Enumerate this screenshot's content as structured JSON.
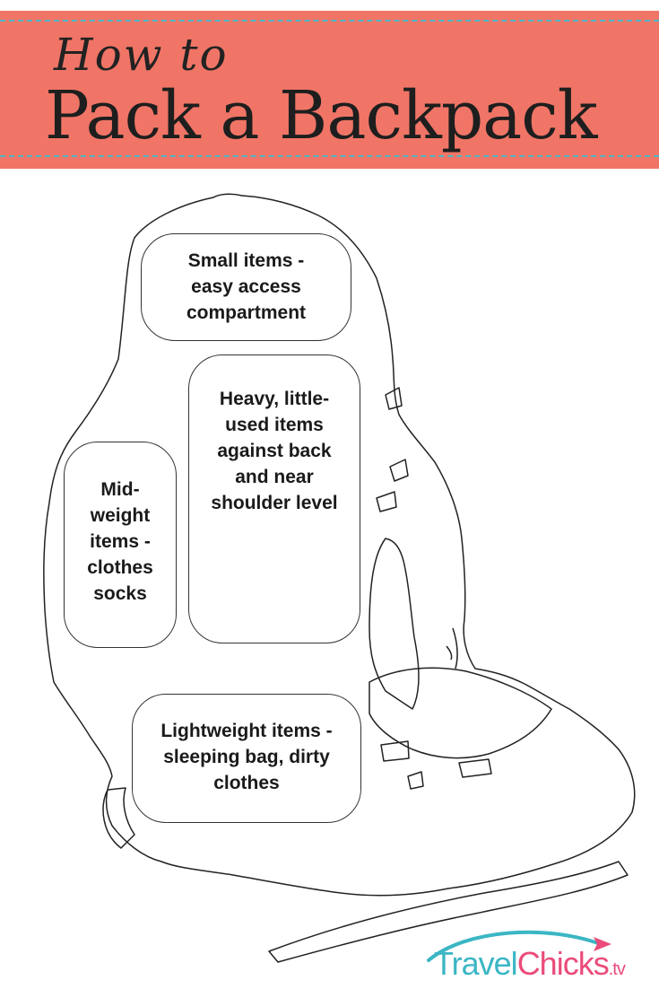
{
  "header": {
    "subtitle": "How to",
    "title": "Pack a Backpack"
  },
  "zones": {
    "top": "Small items -\neasy access\ncompartment",
    "back": "Heavy, little-\nused items\nagainst back\nand near\nshoulder level",
    "middle": "Mid-\nweight\nitems -\nclothes\nsocks",
    "bottom": "Lightweight items -\nsleeping bag, dirty\nclothes"
  },
  "logo": {
    "travel": "Travel",
    "chicks": "Chicks",
    "tv": ".tv"
  },
  "colors": {
    "banner": "#f07566",
    "stitch": "#4fb6c6",
    "logo_teal": "#3bb6c4",
    "logo_pink": "#ea4c7a"
  }
}
